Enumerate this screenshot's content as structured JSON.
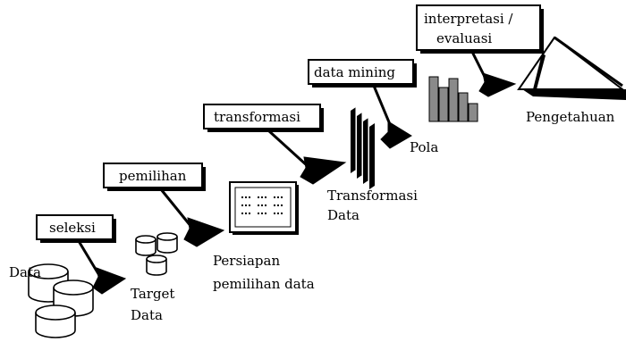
{
  "steps": [
    {
      "label": "seleksi"
    },
    {
      "label": "pemilihan"
    },
    {
      "label": "transformasi"
    },
    {
      "label": "data mining"
    },
    {
      "label": "interpretasi /",
      "label2": "evaluasi"
    }
  ],
  "stages": {
    "data": "Data",
    "target_line1": "Target",
    "target_line2": "Data",
    "persiapan_line1": "Persiapan",
    "persiapan_line2": "pemilihan data",
    "transformasi_line1": "Transformasi",
    "transformasi_line2": "Data",
    "pola": "Pola",
    "pengetahuan": "Pengetahuan"
  },
  "colors": {
    "ink": "#000000",
    "bars": "#8a8a8a",
    "background": "#ffffff"
  },
  "icons": {
    "data": "database-cylinders-icon",
    "target": "small-cylinders-icon",
    "persiapan": "monitor-grid-icon",
    "transformasi": "stacked-panels-icon",
    "pola": "bar-chart-icon",
    "pengetahuan": "triangle-icon"
  }
}
